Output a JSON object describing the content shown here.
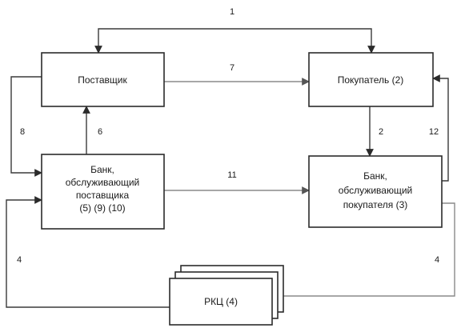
{
  "nodes": {
    "supplier": {
      "label": "Поставщик"
    },
    "buyer": {
      "label": "Покупатель (2)"
    },
    "supplier_bank": {
      "lines": [
        "Банк,",
        "обслуживающий",
        "поставщика",
        "(5) (9) (10)"
      ]
    },
    "buyer_bank": {
      "lines": [
        "Банк,",
        "обслуживающий",
        "покупателя (3)"
      ]
    },
    "rkc": {
      "label": "РКЦ (4)"
    }
  },
  "edges": {
    "e1": "1",
    "e2": "2",
    "e4_left": "4",
    "e4_right": "4",
    "e6": "6",
    "e7": "7",
    "e8": "8",
    "e11": "11",
    "e12": "12"
  }
}
